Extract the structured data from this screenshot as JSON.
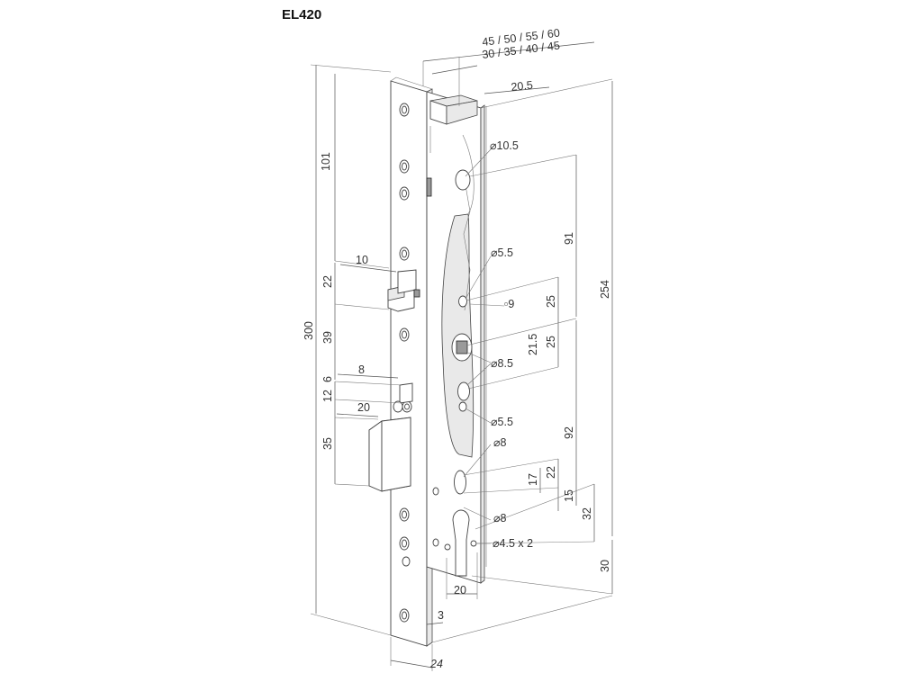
{
  "title": "EL420",
  "dims": {
    "faceplate_widths": "45 / 50 / 55 / 60",
    "backsets": "30 / 35 / 40 / 45",
    "d_205": "20.5",
    "dia_105": "⌀10.5",
    "dia_55a": "⌀5.5",
    "sq_9": "▫9",
    "dia_85": "⌀8.5",
    "dia_55b": "⌀5.5",
    "dia_8a": "⌀8",
    "dia_8b": "⌀8",
    "dia_45x2": "⌀4.5 x 2",
    "d_101": "101",
    "d_10": "10",
    "d_22a": "22",
    "d_300": "300",
    "d_39": "39",
    "d_8": "8",
    "d_6": "6",
    "d_12": "12",
    "d_20a": "20",
    "d_35": "35",
    "d_91": "91",
    "d_25a": "25",
    "d_215": "21.5",
    "d_25b": "25",
    "d_254": "254",
    "d_92": "92",
    "d_22b": "22",
    "d_17": "17",
    "d_15": "15",
    "d_32": "32",
    "d_30": "30",
    "d_20b": "20",
    "d_3": "3",
    "d_24": "24"
  }
}
